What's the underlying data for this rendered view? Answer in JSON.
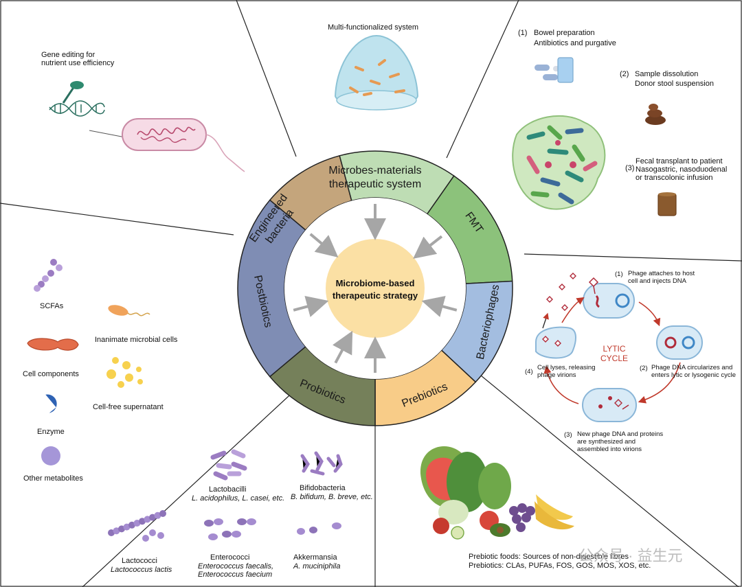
{
  "center": {
    "line1": "Microbiome-based",
    "line2": "therapeutic strategy"
  },
  "ring": {
    "engineered_1": "Engineered",
    "engineered_2": "bacteria",
    "materials_1": "Microbes-materials",
    "materials_2": "therapeutic system",
    "fmt": "FMT",
    "bacteriophages": "Bacteriophages",
    "prebiotics": "Prebiotics",
    "probiotics": "Probiotics",
    "postbiotics": "Postbiotics"
  },
  "colors": {
    "engineered": "#C4A57C",
    "materials": "#BEDDB4",
    "fmt": "#8CC27B",
    "bacteriophages": "#A3BDE0",
    "prebiotics": "#F8CC88",
    "probiotics": "#75805A",
    "postbiotics": "#7F8DB4",
    "center": "#FBE0A4",
    "arrow": "#A6A6A6"
  },
  "engineered_panel": {
    "gene_1": "Gene editing for",
    "gene_2": "nutrient use efficiency"
  },
  "materials_panel": {
    "title": "Multi-functionalized system"
  },
  "fmt_panel": {
    "s1_num": "(1)",
    "s1_a": "Bowel preparation",
    "s1_b": "Antibiotics and purgative",
    "s2_num": "(2)",
    "s2_a": "Sample dissolution",
    "s2_b": "Donor stool suspension",
    "s3_num": "(3)",
    "s3_a": "Fecal transplant to patient",
    "s3_b": "Nasogastric, nasoduodenal",
    "s3_c": "or transcolonic infusion"
  },
  "phage_panel": {
    "s1_num": "(1)",
    "s1_a": "Phage attaches to host",
    "s1_b": "cell and injects DNA",
    "s2_num": "(2)",
    "s2_a": "Phage DNA circularizes and",
    "s2_b": "enters lytic or lysogenic cycle",
    "s3_num": "(3)",
    "s3_a": "New phage DNA and proteins",
    "s3_b": "are synthesized and",
    "s3_c": "assembled into virions",
    "s4_num": "(4)",
    "s4_a": "Cell lyses, releasing",
    "s4_b": "phage virions",
    "lytic_1": "LYTIC",
    "lytic_2": "CYCLE"
  },
  "postbiotics_panel": {
    "scfas": "SCFAs",
    "inanimate": "Inanimate microbial cells",
    "cell_components": "Cell components",
    "cell_free": "Cell-free supernatant",
    "enzyme": "Enzyme",
    "other": "Other metabolites"
  },
  "probiotics_panel": {
    "lactobacilli": "Lactobacilli",
    "lactobacilli_sp": "L. acidophilus, L. casei, etc.",
    "bifido": "Bifidobacteria",
    "bifido_sp": "B. bifidum, B. breve, etc.",
    "lactococci": "Lactococci",
    "lactococci_sp": "Lactococcus lactis",
    "entero": "Enterococci",
    "entero_sp1": "Enterococcus faecalis,",
    "entero_sp2": "Enterococcus faecium",
    "akk": "Akkermansia",
    "akk_sp": "A. muciniphila"
  },
  "prebiotics_panel": {
    "foods": "Prebiotic foods: Sources of non-digestible fibres",
    "list": "Prebiotics: CLAs, PUFAs, FOS, GOS, MOS, XOS, etc."
  },
  "watermark": "公众号 · 益生元"
}
